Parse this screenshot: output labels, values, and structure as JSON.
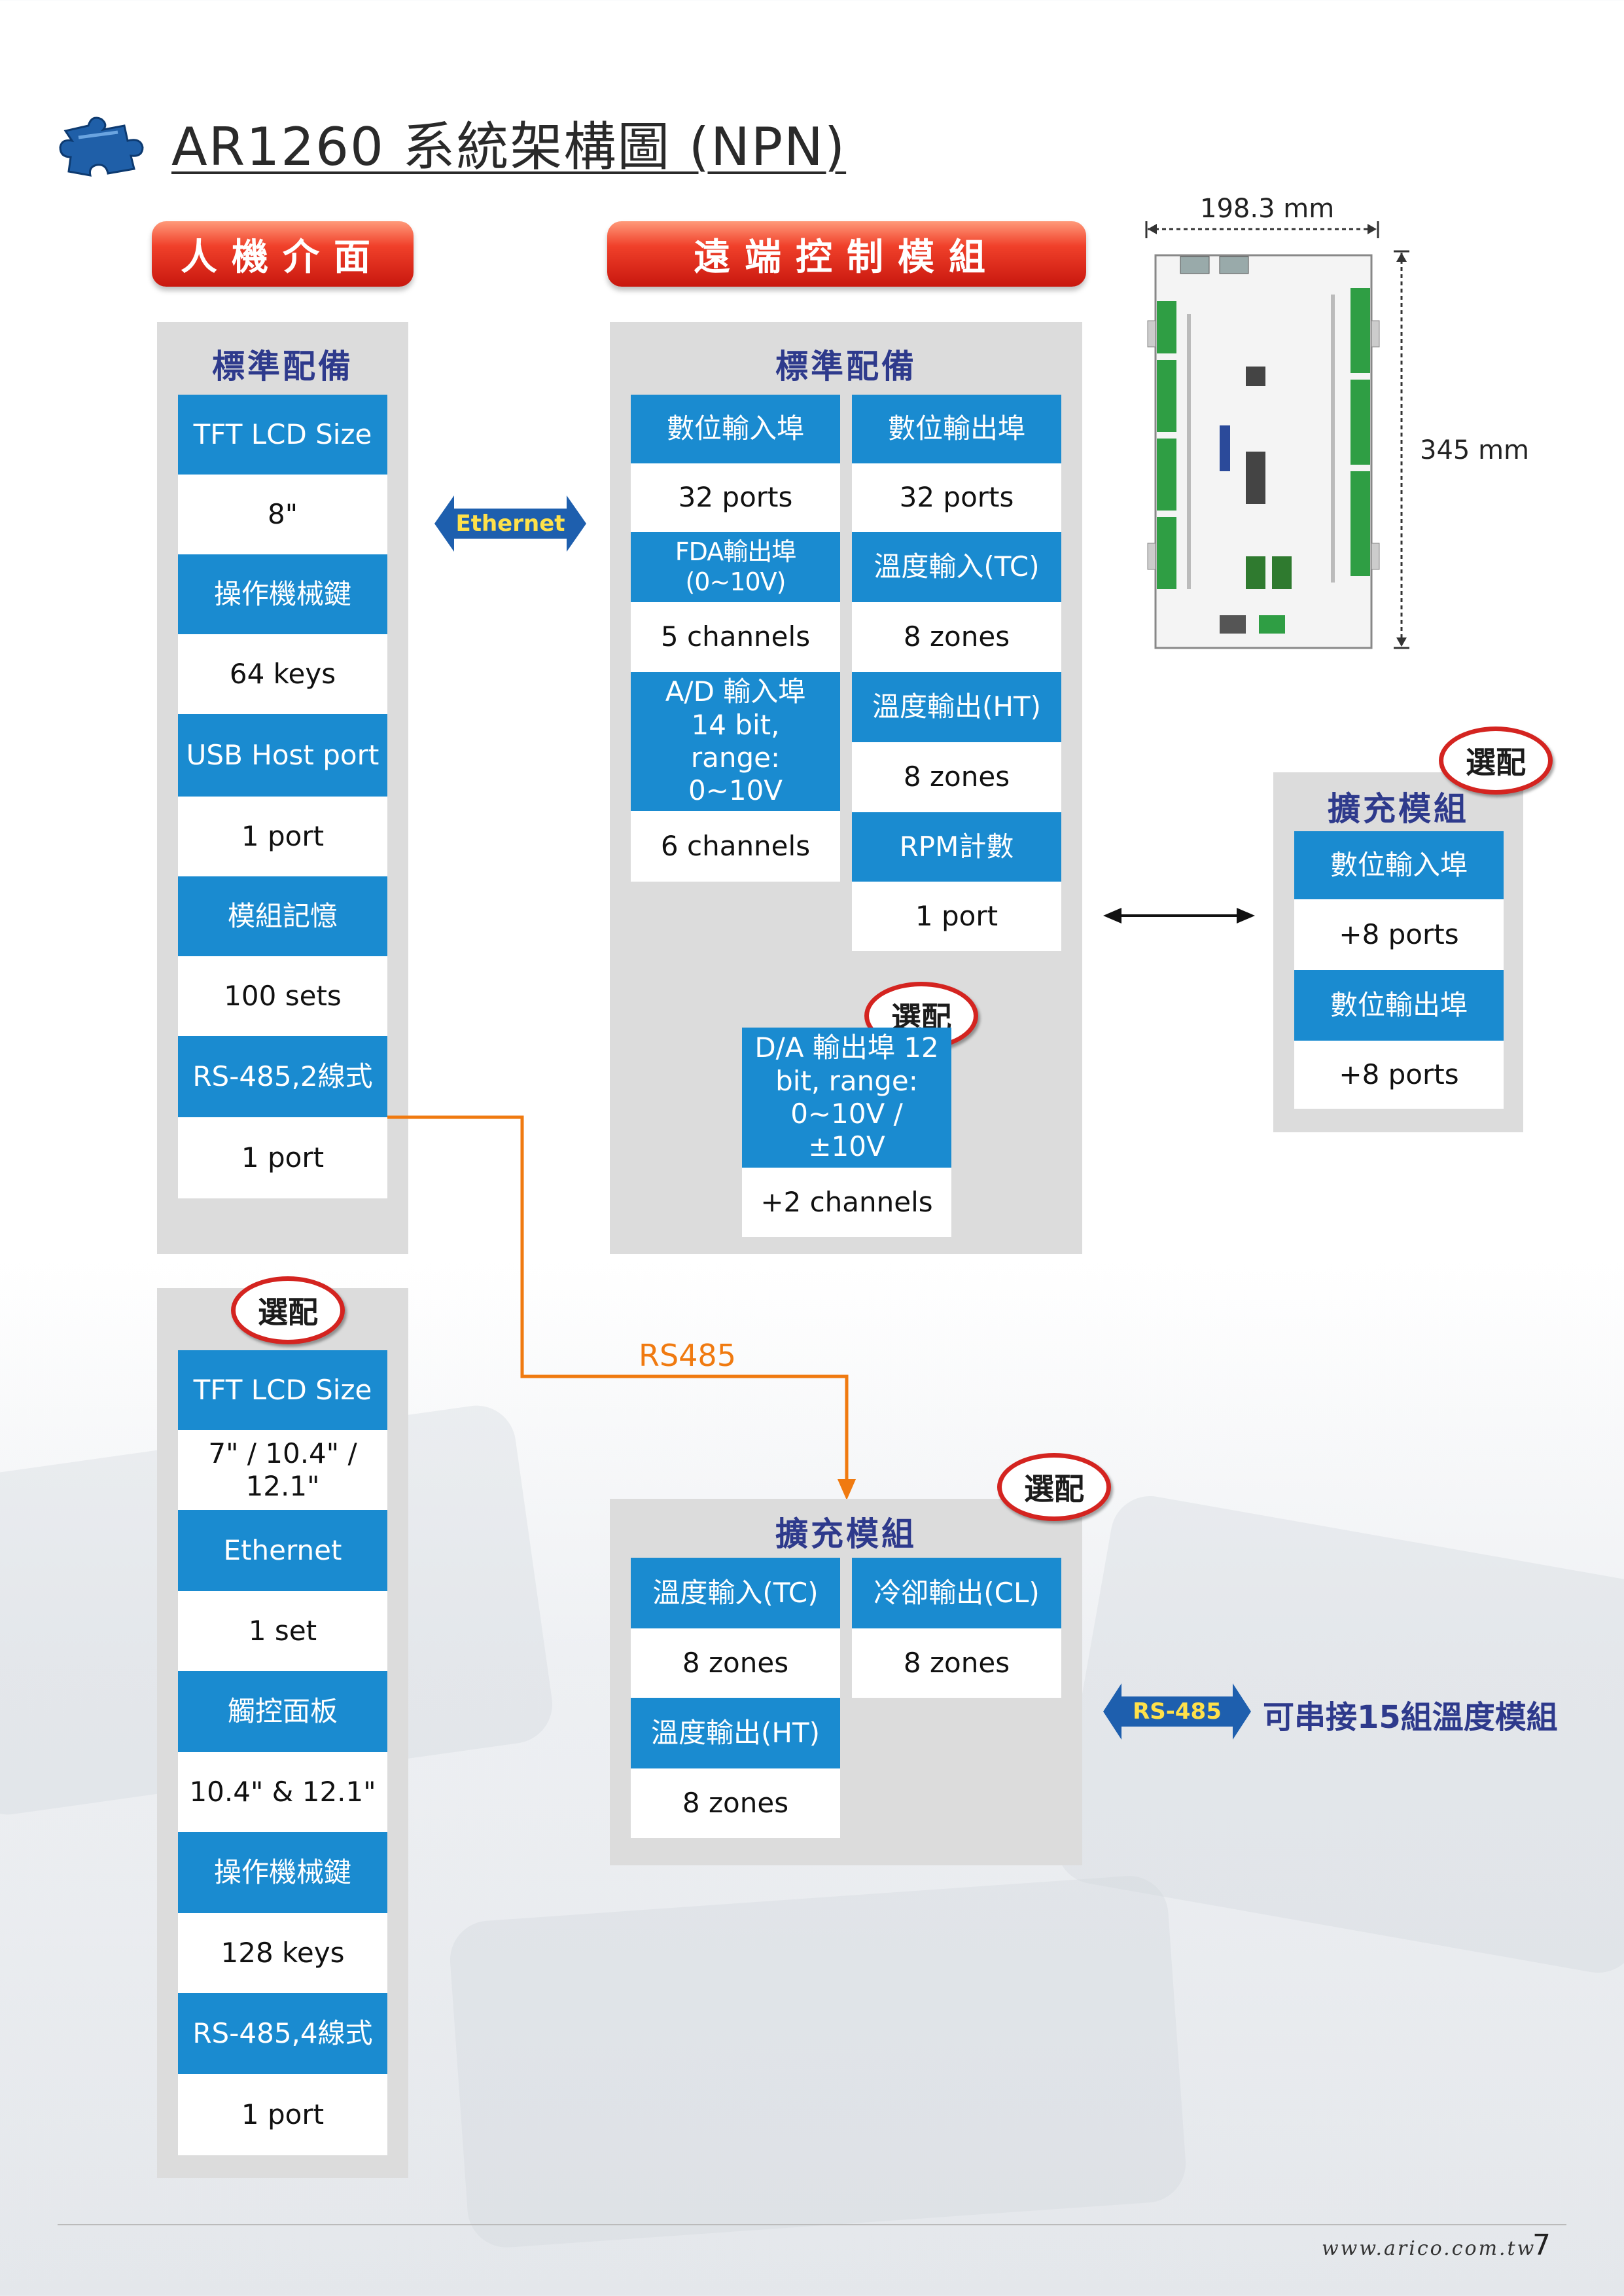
{
  "title": "AR1260 系統架構圖 (NPN)",
  "headers": {
    "hmi": "人機介面",
    "remote": "遠端控制模組"
  },
  "hmi_standard": {
    "title": "標準配備",
    "items": [
      {
        "label": "TFT LCD Size",
        "value": "8\""
      },
      {
        "label": "操作機械鍵",
        "value": "64 keys"
      },
      {
        "label": "USB Host port",
        "value": "1 port"
      },
      {
        "label": "模組記憶",
        "value": "100 sets"
      },
      {
        "label": "RS-485,2線式",
        "value": "1 port"
      }
    ]
  },
  "hmi_optional": {
    "badge": "選配",
    "items": [
      {
        "label": "TFT LCD Size",
        "value": "7\" / 10.4\" / 12.1\""
      },
      {
        "label": "Ethernet",
        "value": "1 set"
      },
      {
        "label": "觸控面板",
        "value": "10.4\" & 12.1\""
      },
      {
        "label": "操作機械鍵",
        "value": "128 keys"
      },
      {
        "label": "RS-485,4線式",
        "value": "1 port"
      }
    ]
  },
  "ethernet_arrow": "Ethernet",
  "remote_standard": {
    "title": "標準配備",
    "left": [
      {
        "label": "數位輸入埠",
        "value": "32 ports"
      },
      {
        "label": "FDA輸出埠(0~10V)",
        "value": "5 channels"
      },
      {
        "label": "A/D 輸入埠 14 bit, range: 0~10V",
        "value": "6 channels"
      }
    ],
    "right": [
      {
        "label": "數位輸出埠",
        "value": "32 ports"
      },
      {
        "label": "溫度輸入(TC)",
        "value": "8 zones"
      },
      {
        "label": "溫度輸出(HT)",
        "value": "8 zones"
      },
      {
        "label": "RPM計數",
        "value": "1 port"
      }
    ],
    "da_badge": "選配",
    "da": {
      "label": "D/A 輸出埠 12 bit,  range: 0~10V / ±10V",
      "value": "+2 channels"
    }
  },
  "board": {
    "width": "198.3 mm",
    "height": "345 mm"
  },
  "expansion_io": {
    "badge": "選配",
    "title": "擴充模組",
    "items": [
      {
        "label": "數位輸入埠",
        "value": "+8 ports"
      },
      {
        "label": "數位輸出埠",
        "value": "+8 ports"
      }
    ]
  },
  "rs485_line_label": "RS485",
  "expansion_temp": {
    "badge": "選配",
    "title": "擴充模組",
    "left": [
      {
        "label": "溫度輸入(TC)",
        "value": "8 zones"
      },
      {
        "label": "溫度輸出(HT)",
        "value": "8 zones"
      }
    ],
    "right": [
      {
        "label": "冷卻輸出(CL)",
        "value": "8 zones"
      }
    ]
  },
  "rs485_arrow": "RS-485",
  "rs485_note": "可串接15組溫度模組",
  "footer": {
    "url": "www.arico.com.tw",
    "page": "7"
  }
}
